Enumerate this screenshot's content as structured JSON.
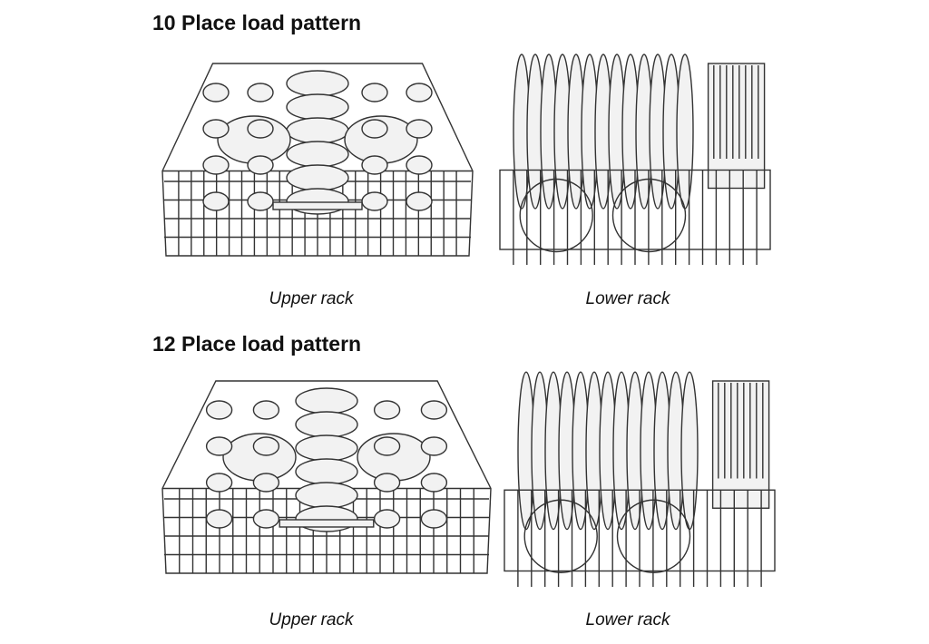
{
  "sections": [
    {
      "title": "10 Place load pattern",
      "upper_caption": "Upper rack",
      "lower_caption": "Lower rack"
    },
    {
      "title": "12 Place load pattern",
      "upper_caption": "Upper rack",
      "lower_caption": "Lower rack"
    }
  ]
}
